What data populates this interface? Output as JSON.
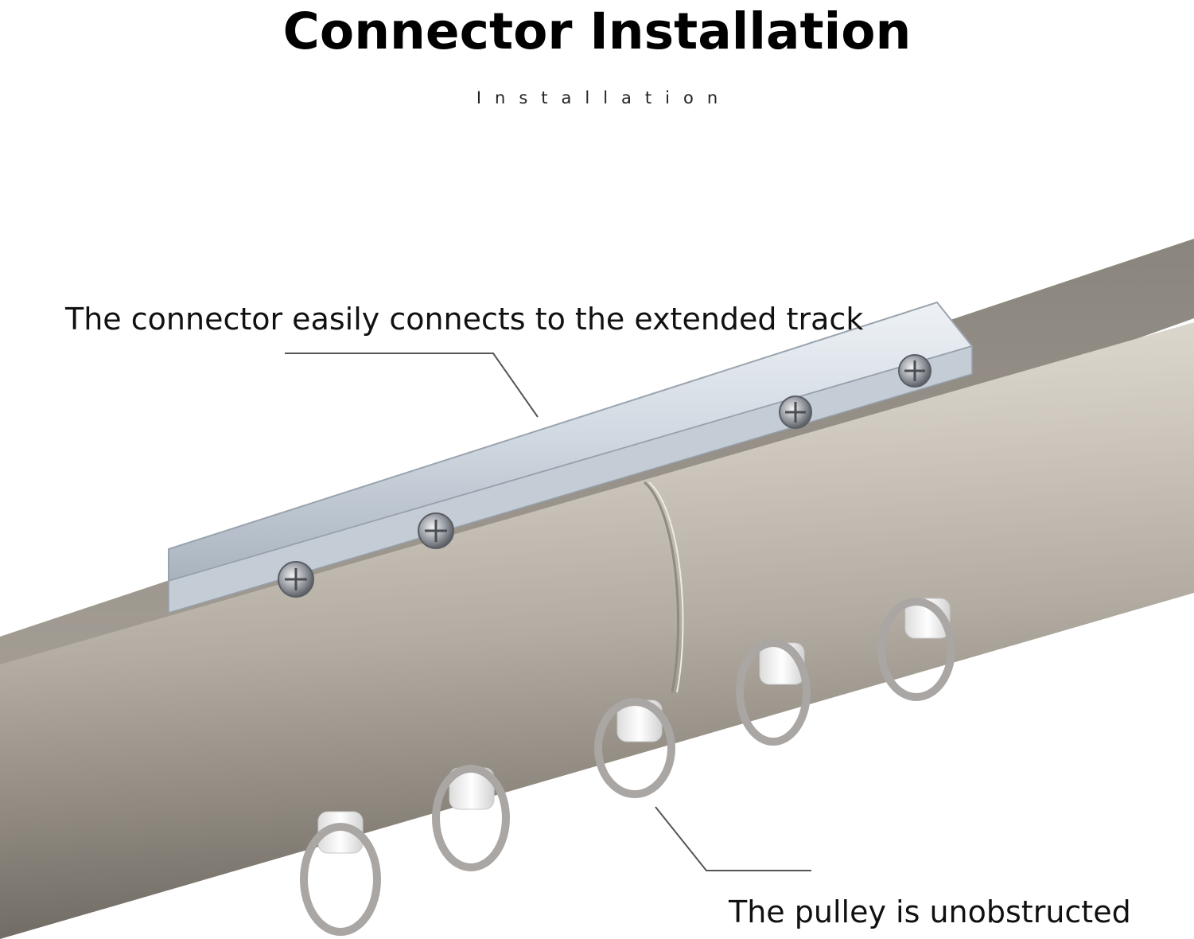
{
  "header": {
    "title": "Connector Installation",
    "subtitle": "Installation"
  },
  "callouts": {
    "connector": "The connector easily connects to the extended track",
    "pulley": "The pulley is unobstructed"
  },
  "colors": {
    "rail": "#b8b2a8",
    "rail_shadow": "#6f6a63",
    "connector_plate": "#d6dde6",
    "screw": "#8b8f96",
    "ring": "#a9a6a3",
    "pulley": "#ffffff",
    "leader_line": "#555555"
  }
}
